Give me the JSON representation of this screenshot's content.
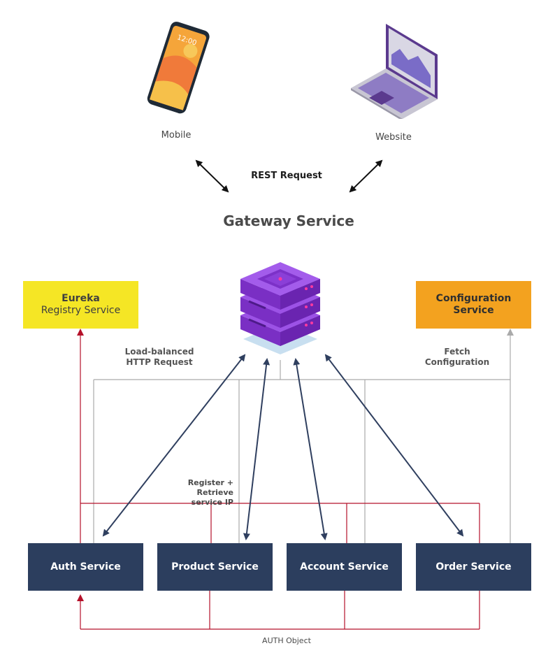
{
  "clients": {
    "mobile_label": "Mobile",
    "website_label": "Website",
    "phone_time": "12:00"
  },
  "rest_label": "REST Request",
  "gateway_title": "Gateway Service",
  "eureka": {
    "line1": "Eureka",
    "line2": "Registry Service"
  },
  "config": {
    "line1": "Configuration",
    "line2": "Service"
  },
  "labels": {
    "load_balanced_1": "Load-balanced",
    "load_balanced_2": "HTTP Request",
    "fetch_1": "Fetch",
    "fetch_2": "Configuration",
    "register_1": "Register + Retrieve",
    "register_2": "service IP",
    "auth_object": "AUTH Object"
  },
  "services": [
    {
      "label": "Auth Service"
    },
    {
      "label": "Product Service"
    },
    {
      "label": "Account Service"
    },
    {
      "label": "Order Service"
    }
  ],
  "colors": {
    "service_bg": "#2c3e5e",
    "eureka_bg": "#f5e625",
    "config_bg": "#f3a21f",
    "server_purple": "#8a3ad9",
    "red_line": "#b5112a",
    "gray_line": "#aaaaaa",
    "arrow_blue": "#2f3f5f"
  }
}
